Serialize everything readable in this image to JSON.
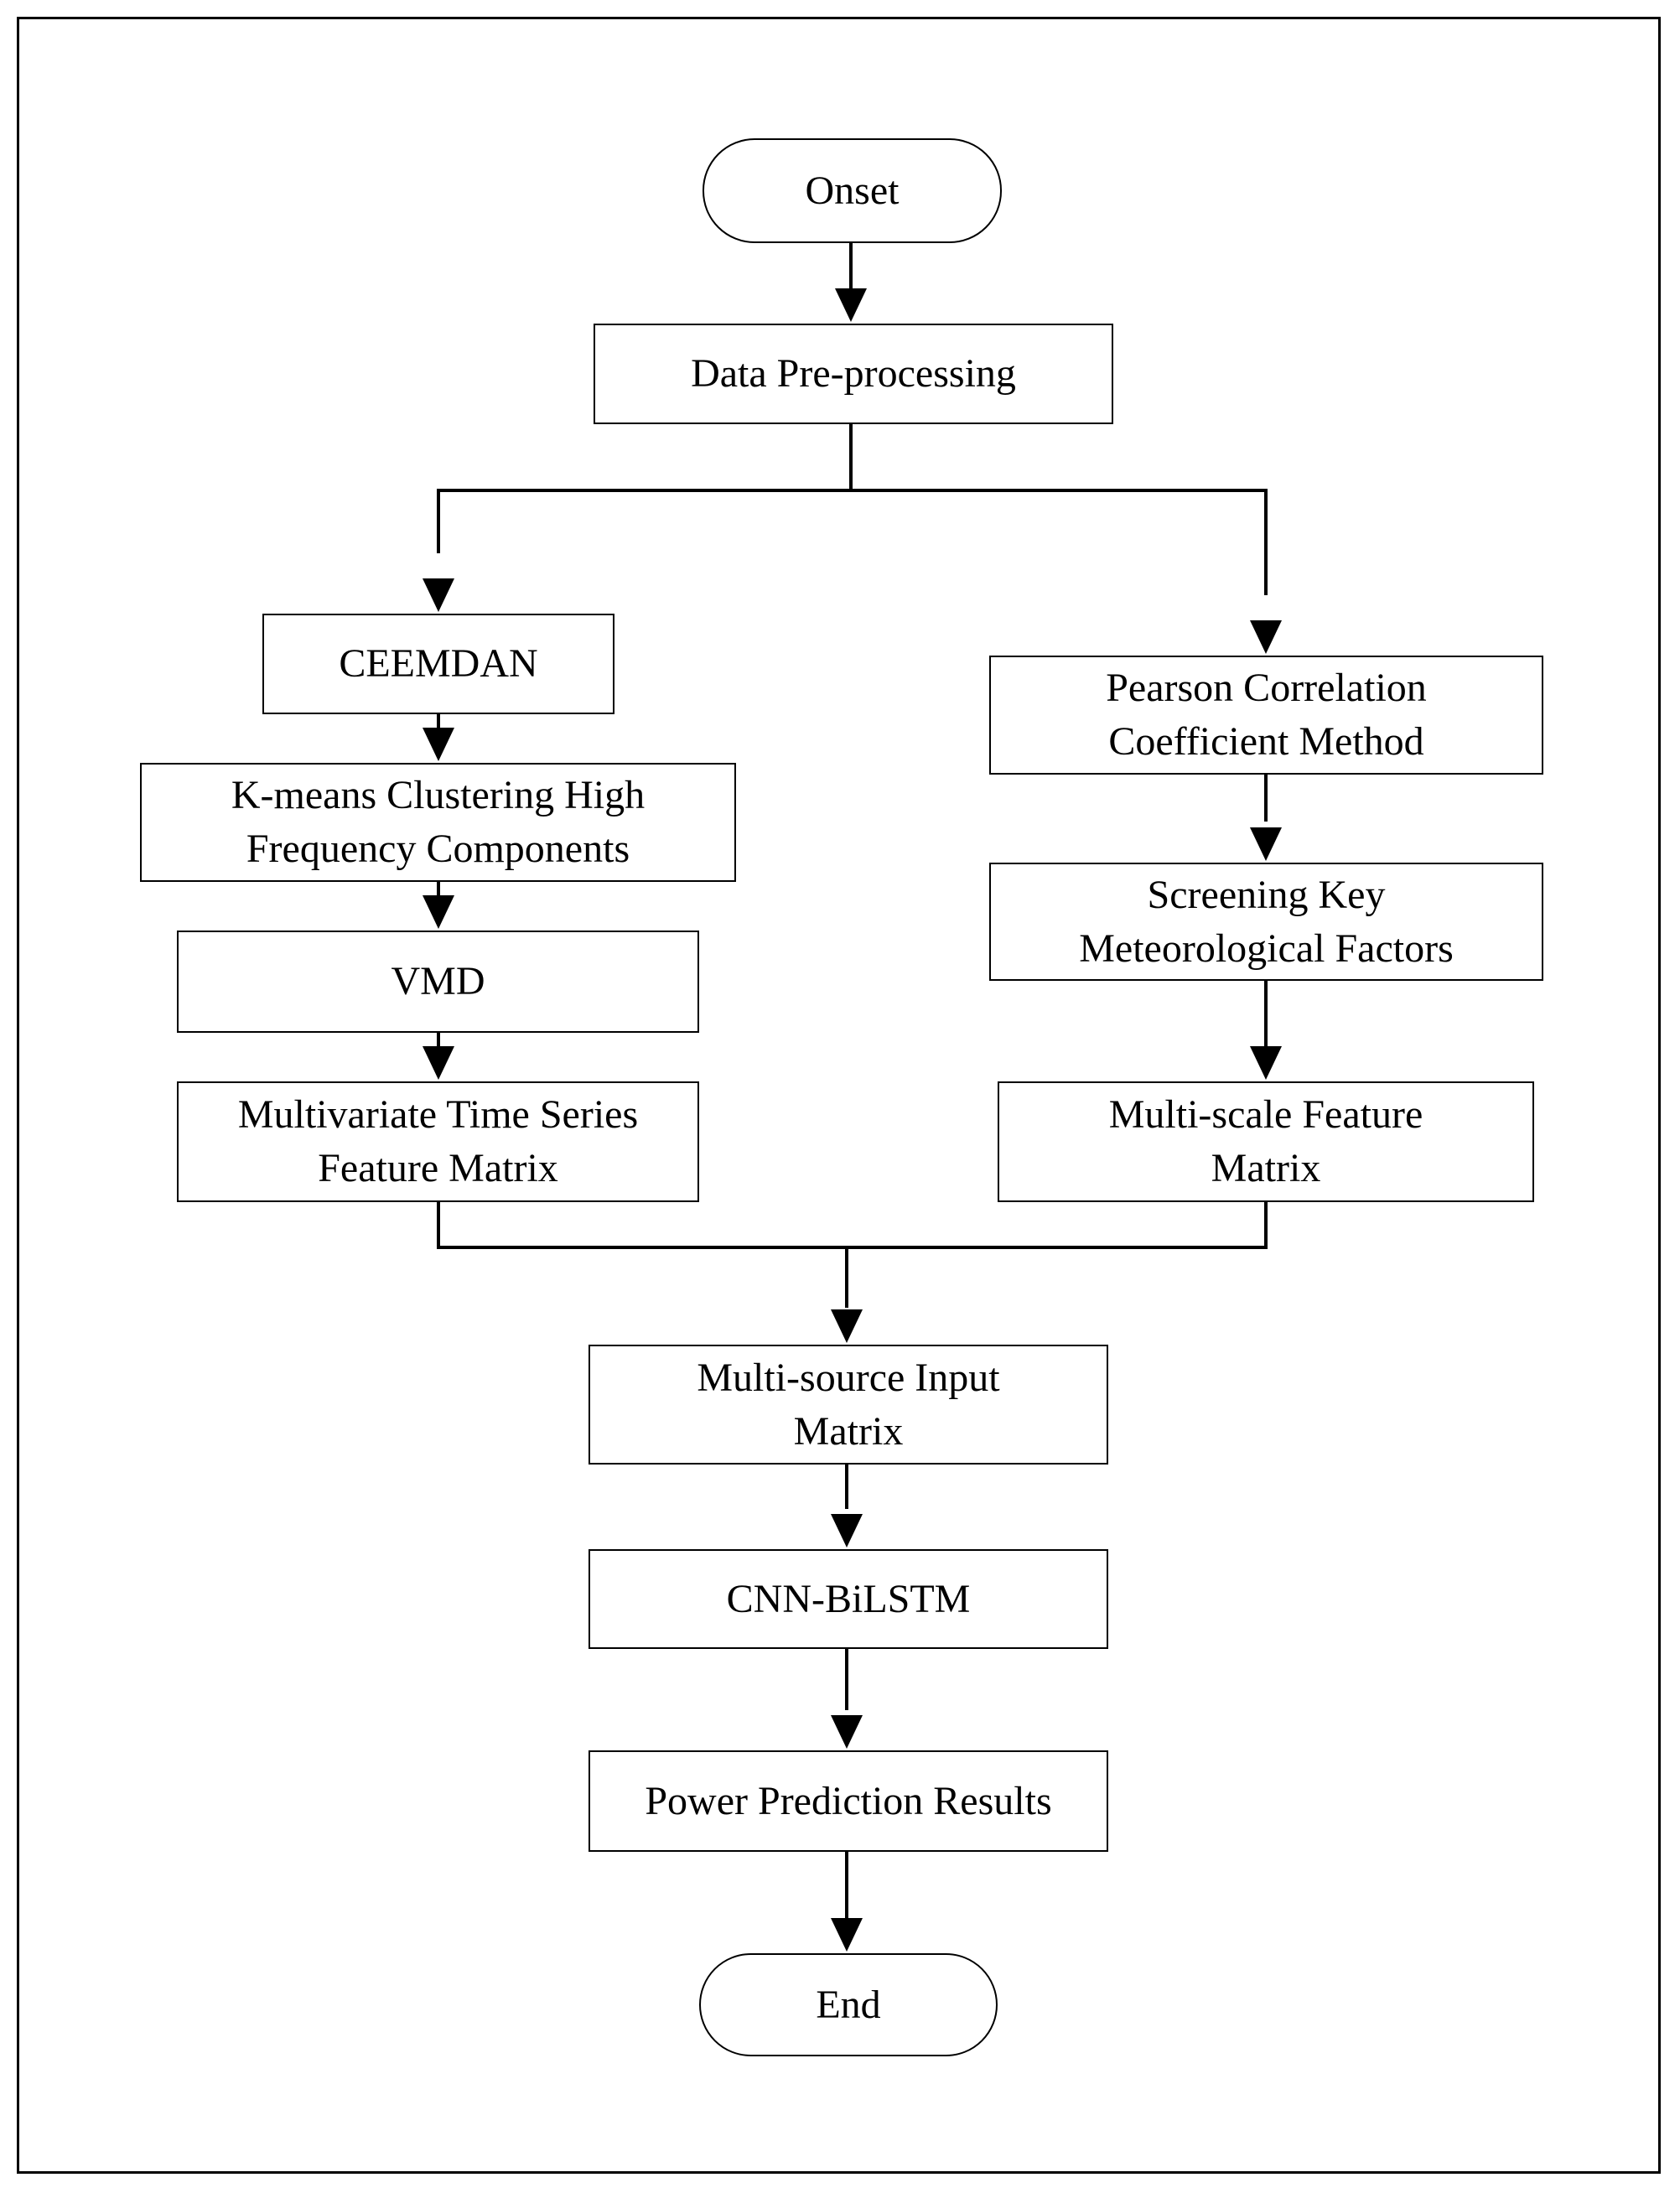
{
  "nodes": {
    "onset": "Onset",
    "preprocess": "Data Pre-processing",
    "ceemdan": "CEEMDAN",
    "kmeans": "K-means Clustering High Frequency Components",
    "vmd": "VMD",
    "mts_matrix": "Multivariate Time Series Feature Matrix",
    "pearson": "Pearson Correlation Coefficient Method",
    "screening": "Screening Key Meteorological Factors",
    "multiscale": "Multi-scale Feature Matrix",
    "multisource": "Multi-source Input Matrix",
    "cnn": "CNN-BiLSTM",
    "results": "Power Prediction Results",
    "end": "End"
  },
  "colors": {
    "stroke": "#000000",
    "fill": "#ffffff"
  }
}
